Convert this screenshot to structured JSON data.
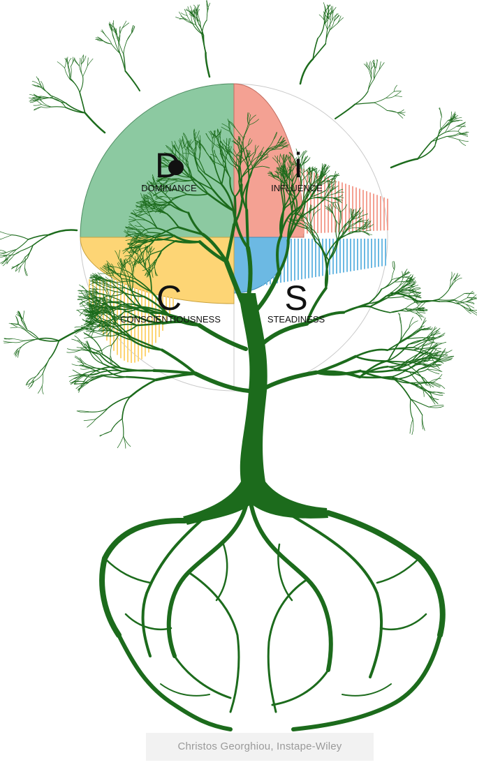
{
  "quadrants": [
    {
      "key": "d",
      "letter": "D",
      "label": "DOMINANCE",
      "color": "#8cc9a1"
    },
    {
      "key": "i",
      "letter": "i",
      "label": "INFLUENCE",
      "color": "#f4a193"
    },
    {
      "key": "s",
      "letter": "S",
      "label": "STEADINESS",
      "color": "#6cb9e3"
    },
    {
      "key": "c",
      "letter": "C",
      "label": "CONSCIENTIOUSNESS",
      "color": "#fdd575"
    }
  ],
  "tree_color": "#1c6b1c",
  "credit": "Christos Georghiou, Instape-Wiley"
}
